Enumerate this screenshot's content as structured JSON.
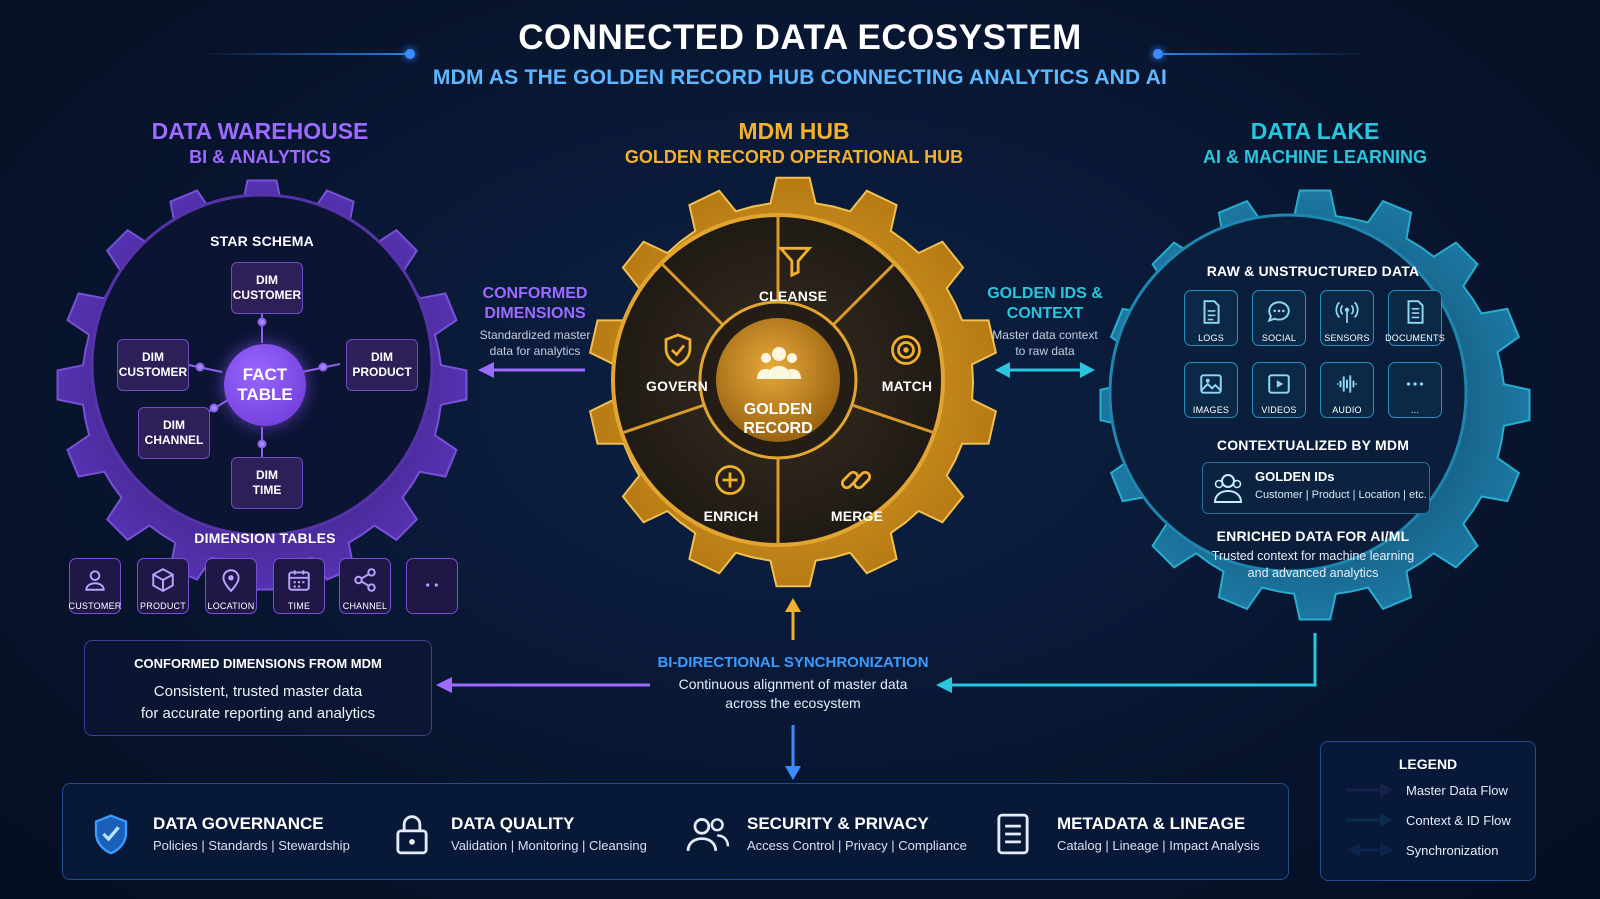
{
  "title": "CONNECTED DATA ECOSYSTEM",
  "subtitle": "MDM AS THE GOLDEN RECORD HUB CONNECTING ANALYTICS AND AI",
  "colors": {
    "purple": "#9d6bff",
    "gold": "#f2b12d",
    "teal": "#28c7de",
    "blue": "#3b8cff",
    "background": "#081631"
  },
  "warehouse": {
    "title": "DATA WAREHOUSE",
    "subtitle": "BI & ANALYTICS",
    "star_schema": "STAR SCHEMA",
    "fact_line1": "FACT",
    "fact_line2": "TABLE",
    "dims": [
      {
        "l1": "DIM",
        "l2": "CUSTOMER"
      },
      {
        "l1": "DIM",
        "l2": "CUSTOMER"
      },
      {
        "l1": "DIM",
        "l2": "PRODUCT"
      },
      {
        "l1": "DIM",
        "l2": "CHANNEL"
      },
      {
        "l1": "DIM",
        "l2": "TIME"
      }
    ],
    "dimension_tables": "DIMENSION TABLES",
    "tables": [
      {
        "label": "CUSTOMER",
        "icon": "user-icon"
      },
      {
        "label": "PRODUCT",
        "icon": "cube-icon"
      },
      {
        "label": "LOCATION",
        "icon": "location-pin-icon"
      },
      {
        "label": "TIME",
        "icon": "calendar-icon"
      },
      {
        "label": "CHANNEL",
        "icon": "share-icon"
      },
      {
        "label": "",
        "icon": "more-icon"
      }
    ]
  },
  "hub": {
    "title": "MDM HUB",
    "subtitle": "GOLDEN RECORD OPERATIONAL HUB",
    "center_l1": "GOLDEN",
    "center_l2": "RECORD",
    "segments": {
      "cleanse": "CLEANSE",
      "match": "MATCH",
      "merge": "MERGE",
      "enrich": "ENRICH",
      "govern": "GOVERN"
    }
  },
  "lake": {
    "title": "DATA LAKE",
    "subtitle": "AI & MACHINE LEARNING",
    "raw": "RAW & UNSTRUCTURED DATA",
    "sources": [
      {
        "label": "LOGS",
        "icon": "document-icon"
      },
      {
        "label": "SOCIAL",
        "icon": "chat-icon"
      },
      {
        "label": "SENSORS",
        "icon": "signal-icon"
      },
      {
        "label": "DOCUMENTS",
        "icon": "file-icon"
      },
      {
        "label": "IMAGES",
        "icon": "image-icon"
      },
      {
        "label": "VIDEOS",
        "icon": "play-icon"
      },
      {
        "label": "AUDIO",
        "icon": "waveform-icon"
      },
      {
        "label": "...",
        "icon": "more-icon"
      }
    ],
    "contextualized": "CONTEXTUALIZED BY MDM",
    "golden_ids_title": "GOLDEN IDs",
    "golden_ids_sub": "Customer | Product | Location | etc.",
    "enriched_title": "ENRICHED DATA FOR AI/ML",
    "enriched_l1": "Trusted context for machine learning",
    "enriched_l2": "and advanced analytics"
  },
  "flows": {
    "conformed_l1": "CONFORMED",
    "conformed_l2": "DIMENSIONS",
    "conformed_d1": "Standardized master",
    "conformed_d2": "data for analytics",
    "golden_l1": "GOLDEN IDS &",
    "golden_l2": "CONTEXT",
    "golden_d1": "Master data context",
    "golden_d2": "to raw data",
    "sync_title": "BI-DIRECTIONAL SYNCHRONIZATION",
    "sync_d1": "Continuous alignment of master data",
    "sync_d2": "across the ecosystem"
  },
  "conformed_panel": {
    "title": "CONFORMED DIMENSIONS FROM MDM",
    "l1": "Consistent, trusted master data",
    "l2": "for accurate reporting and analytics"
  },
  "pillars": [
    {
      "title": "DATA GOVERNANCE",
      "sub": "Policies | Standards | Stewardship",
      "icon": "shield-check-icon"
    },
    {
      "title": "DATA QUALITY",
      "sub": "Validation | Monitoring | Cleansing",
      "icon": "lock-icon"
    },
    {
      "title": "SECURITY & PRIVACY",
      "sub": "Access Control | Privacy | Compliance",
      "icon": "users-icon"
    },
    {
      "title": "METADATA & LINEAGE",
      "sub": "Catalog | Lineage | Impact Analysis",
      "icon": "list-document-icon"
    }
  ],
  "legend": {
    "title": "LEGEND",
    "items": [
      {
        "label": "Master Data Flow",
        "color": "#9d6bff"
      },
      {
        "label": "Context & ID Flow",
        "color": "#28c7de"
      },
      {
        "label": "Synchronization",
        "color": "#3b8cff"
      }
    ]
  }
}
